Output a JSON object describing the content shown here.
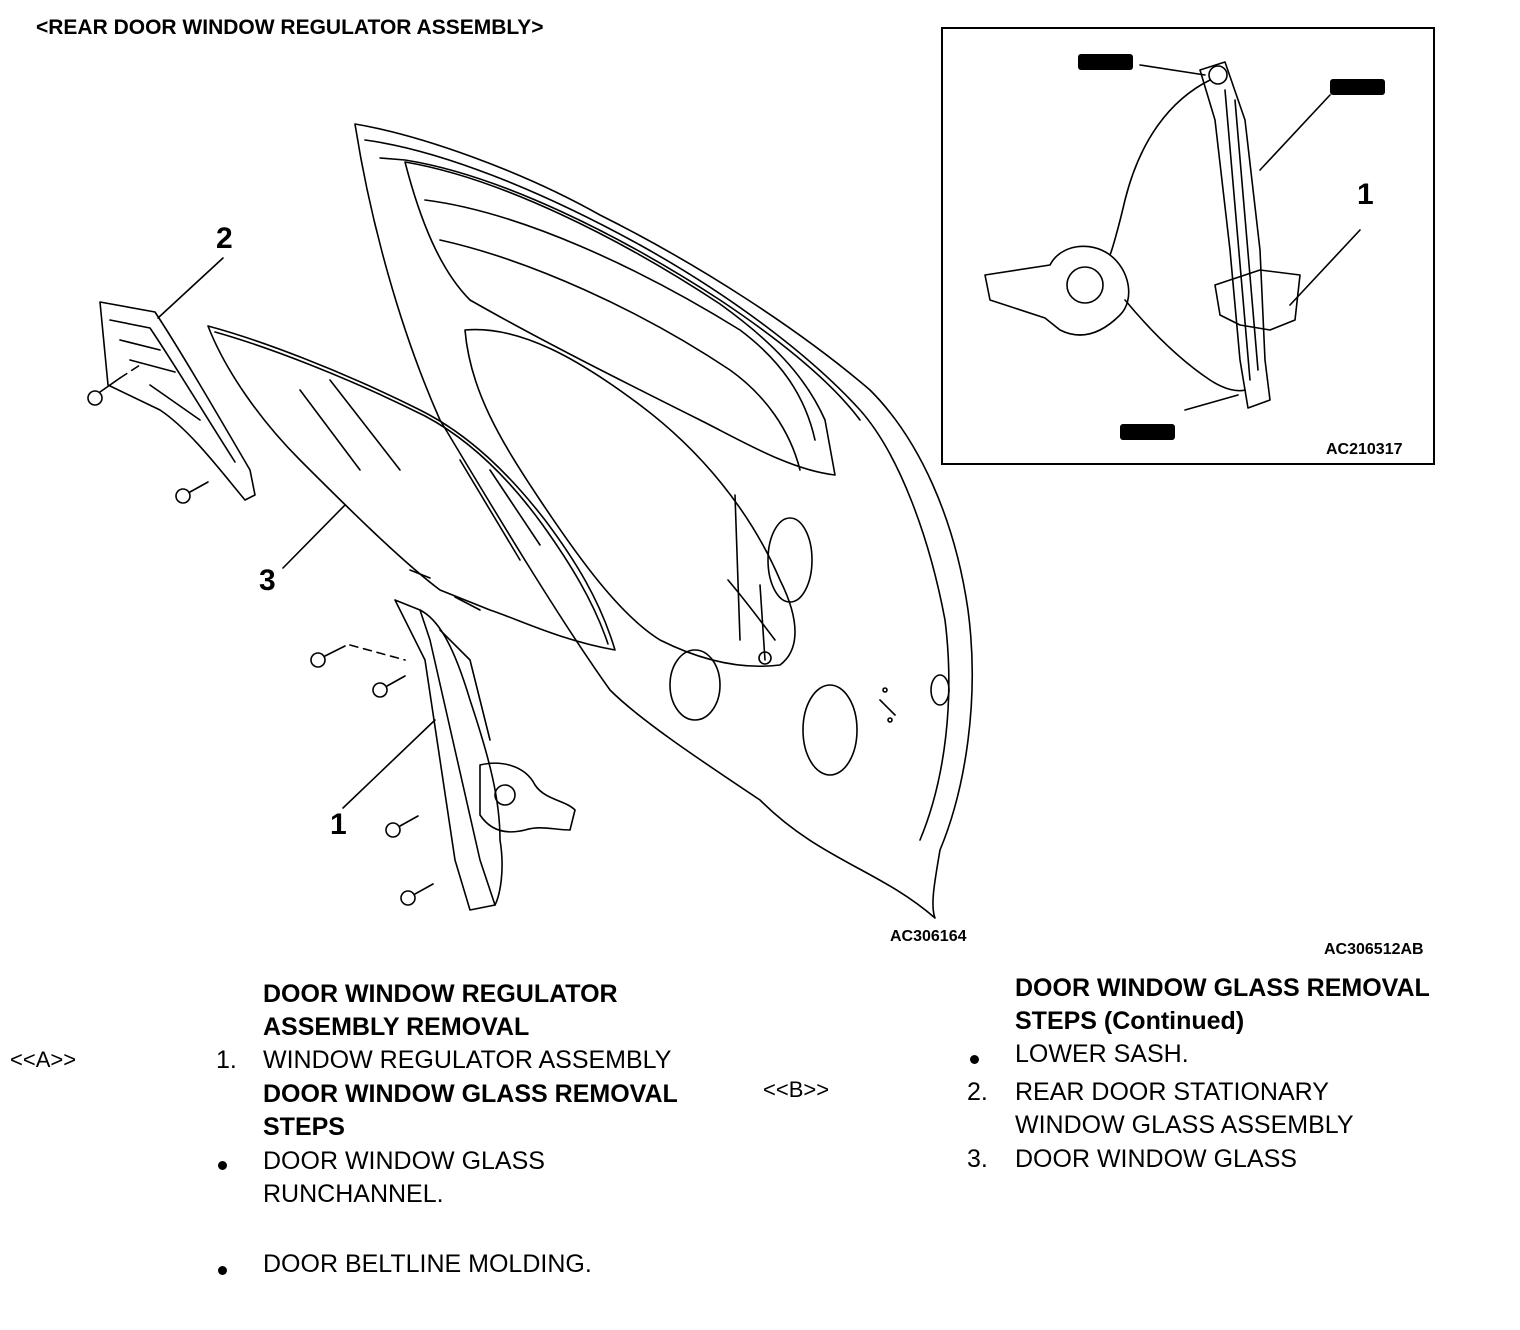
{
  "title": "<REAR DOOR WINDOW REGULATOR ASSEMBLY>",
  "diagram": {
    "main_code": "AC306164",
    "inset_code": "AC210317",
    "figure_code": "AC306512AB",
    "callouts": {
      "c1": "1",
      "c2": "2",
      "c3": "3",
      "inset_c1": "1"
    }
  },
  "left_column": {
    "heading_line1": "DOOR WINDOW REGULATOR",
    "heading_line2": "ASSEMBLY REMOVAL",
    "marker_a": "<<A>>",
    "item1_num": "1.",
    "item1_text": "WINDOW REGULATOR ASSEMBLY",
    "subheading_line1": "DOOR WINDOW GLASS REMOVAL",
    "subheading_line2": "STEPS",
    "bullet1_line1": "DOOR WINDOW GLASS",
    "bullet1_line2": "RUNCHANNEL.",
    "bullet2": "DOOR BELTLINE MOLDING."
  },
  "right_column": {
    "marker_b": "<<B>>",
    "heading_line1": "DOOR WINDOW GLASS REMOVAL",
    "heading_line2": "STEPS (Continued)",
    "bullet1": "LOWER SASH.",
    "item2_num": "2.",
    "item2_line1": "REAR DOOR STATIONARY",
    "item2_line2": "WINDOW GLASS ASSEMBLY",
    "item3_num": "3.",
    "item3_text": "DOOR WINDOW GLASS"
  }
}
